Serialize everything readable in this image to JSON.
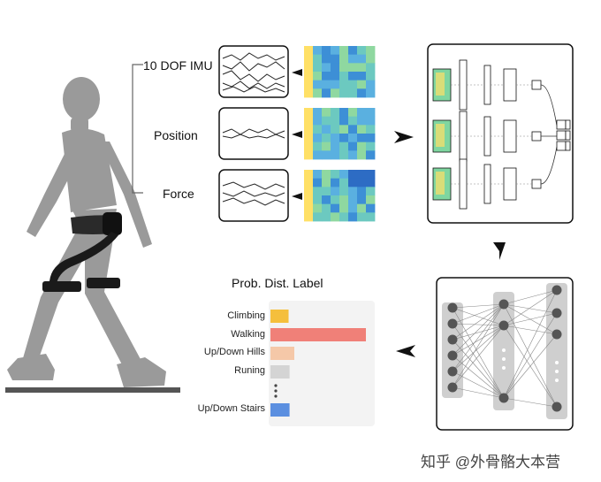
{
  "signals": [
    {
      "label": "10 DOF IMU"
    },
    {
      "label": "Position"
    },
    {
      "label": "Force"
    }
  ],
  "prob_panel": {
    "title": "Prob. Dist. Label",
    "items": [
      {
        "label": "Climbing",
        "value": 0.19,
        "color": "#f5bf3c"
      },
      {
        "label": "Walking",
        "value": 1.0,
        "color": "#f08078"
      },
      {
        "label": "Up/Down Hills",
        "value": 0.25,
        "color": "#f5c8a8"
      },
      {
        "label": "Runing",
        "value": 0.2,
        "color": "#d4d4d4"
      },
      {
        "label": "Up/Down Stairs",
        "value": 0.2,
        "color": "#5b8fe0"
      }
    ]
  },
  "watermark": "知乎 @外骨骼大本营",
  "colors": {
    "human_figure": "#9a9a9a",
    "device": "#1a1a1a",
    "panel_bg": "#f3f3f3",
    "node": "#555555",
    "node_column": "#cfcfcf"
  }
}
